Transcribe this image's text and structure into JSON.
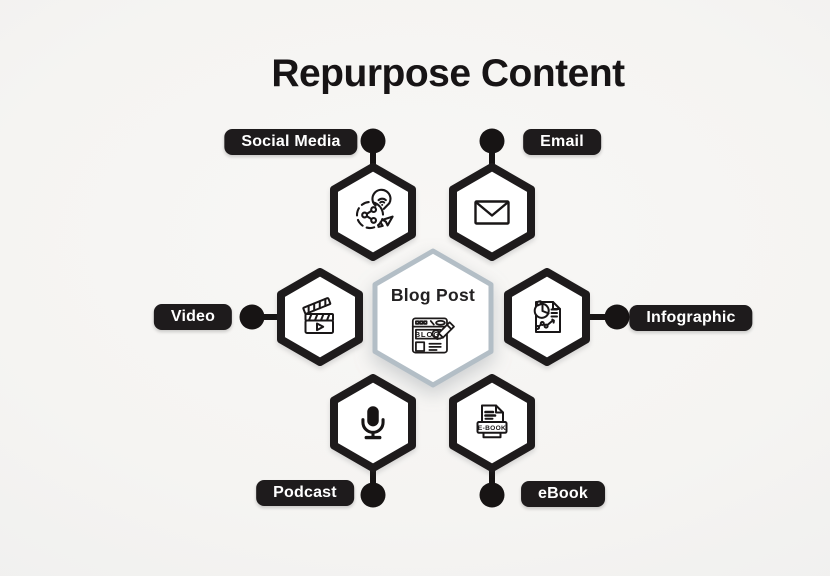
{
  "title": "Repurpose Content",
  "center": {
    "label": "Blog Post",
    "icon": "blog-post-icon",
    "icon_text": "BLOG",
    "border_color": "#b3bec6"
  },
  "nodes": [
    {
      "id": "social-media",
      "label": "Social Media",
      "icon": "share-icon",
      "position": "top-left"
    },
    {
      "id": "email",
      "label": "Email",
      "icon": "envelope-icon",
      "position": "top-right"
    },
    {
      "id": "video",
      "label": "Video",
      "icon": "clapperboard-icon",
      "position": "left"
    },
    {
      "id": "infographic",
      "label": "Infographic",
      "icon": "infographic-document-icon",
      "position": "right"
    },
    {
      "id": "podcast",
      "label": "Podcast",
      "icon": "microphone-icon",
      "position": "bottom-left"
    },
    {
      "id": "ebook",
      "label": "eBook",
      "icon": "ebook-document-icon",
      "icon_text": "E-BOOK",
      "position": "bottom-right"
    }
  ],
  "colors": {
    "node_outline": "#1e1b1c",
    "connector": "#171414",
    "label_background": "#1e1b1c",
    "label_text": "#ffffff",
    "center_border": "#b3bec6",
    "title_text": "#171415",
    "background": "#f5f4f2"
  }
}
